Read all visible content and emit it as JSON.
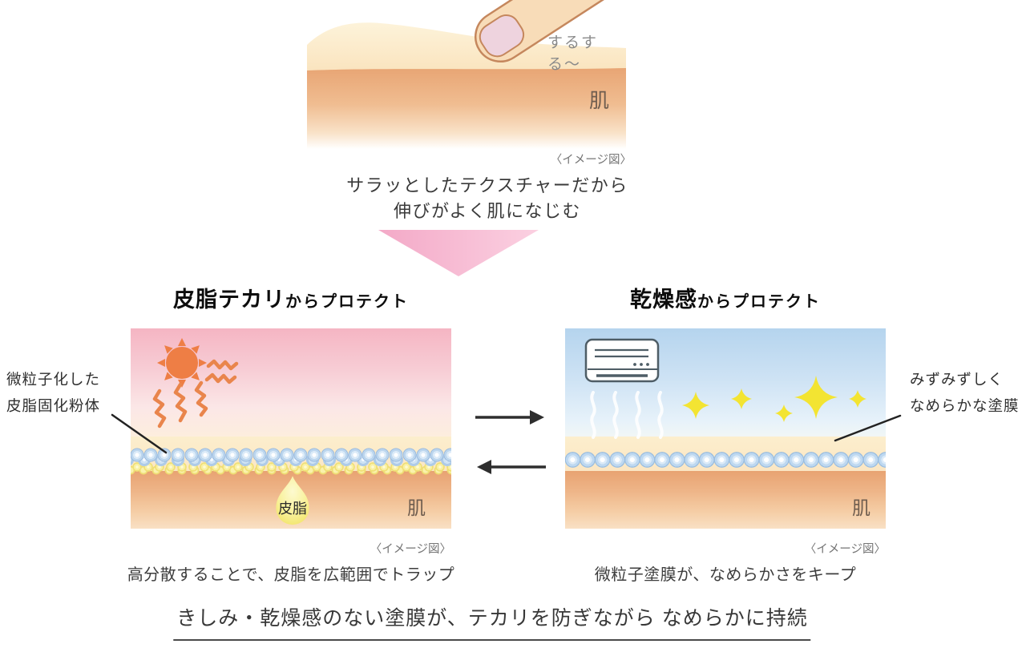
{
  "top": {
    "skin_label": "肌",
    "finger_sound": "するする〜",
    "caption": "〈イメージ図〉",
    "intro_line1": "サラッとしたテクスチャーだから",
    "intro_line2": "伸びがよく肌になじむ"
  },
  "left_panel": {
    "title_bold": "皮脂テカリ",
    "title_rest": "からプロテクト",
    "pointer_label_line1": "微粒子化した",
    "pointer_label_line2": "皮脂固化粉体",
    "droplet_label": "皮脂",
    "skin_label": "肌",
    "caption": "〈イメージ図〉",
    "description": "高分散することで、皮脂を広範囲でトラップ"
  },
  "right_panel": {
    "title_bold": "乾燥感",
    "title_rest": "からプロテクト",
    "pointer_label_line1": "みずみずしく",
    "pointer_label_line2": "なめらかな塗膜",
    "skin_label": "肌",
    "caption": "〈イメージ図〉",
    "description": "微粒子塗膜が、なめらかさをキープ"
  },
  "footer": {
    "statement": "きしみ・乾燥感のない塗膜が、テカリを防ぎながら なめらかに持続"
  },
  "colors": {
    "accent_pink_triangle": "#f5b1cc",
    "sky_pink": "#f5b5c3",
    "sky_blue": "#b5d4ee",
    "sun_orange": "#ee7e45",
    "heat_zigzag_orange": "#e9854c",
    "sparkle_yellow": "#f6e93b",
    "particle_blue": "#bcd6ee",
    "particle_yellow": "#f9f0a2",
    "film_cream": "#fbe6c3",
    "skin_orange": "#e8a372"
  }
}
